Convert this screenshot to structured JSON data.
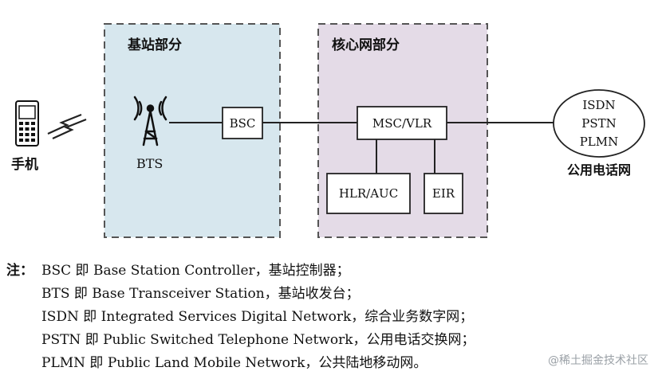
{
  "regions": {
    "bts_region_title": "基站部分",
    "core_region_title": "核心网部分"
  },
  "nodes": {
    "phone_label": "手机",
    "bts_label": "BTS",
    "bsc_label": "BSC",
    "msc_label": "MSC/VLR",
    "hlr_label": "HLR/AUC",
    "eir_label": "EIR",
    "network_lines": [
      "ISDN",
      "PSTN",
      "PLMN"
    ],
    "network_caption": "公用电话网"
  },
  "notes": {
    "prefix": "注：",
    "lines": [
      "BSC 即 Base Station Controller，基站控制器；",
      "BTS 即 Base  Transceiver Station，基站收发台；",
      "ISDN 即 Integrated Services Digital Network，综合业务数字网；",
      "PSTN 即 Public Switched Telephone Network，公用电话交换网；",
      "PLMN 即 Public Land Mobile Network，公共陆地移动网。"
    ]
  },
  "watermark": "@稀土掘金技术社区",
  "colors": {
    "bts_region_fill": "#d7e7ee",
    "core_region_fill": "#e4dbe7",
    "region_border": "#555555",
    "line": "#222222"
  }
}
